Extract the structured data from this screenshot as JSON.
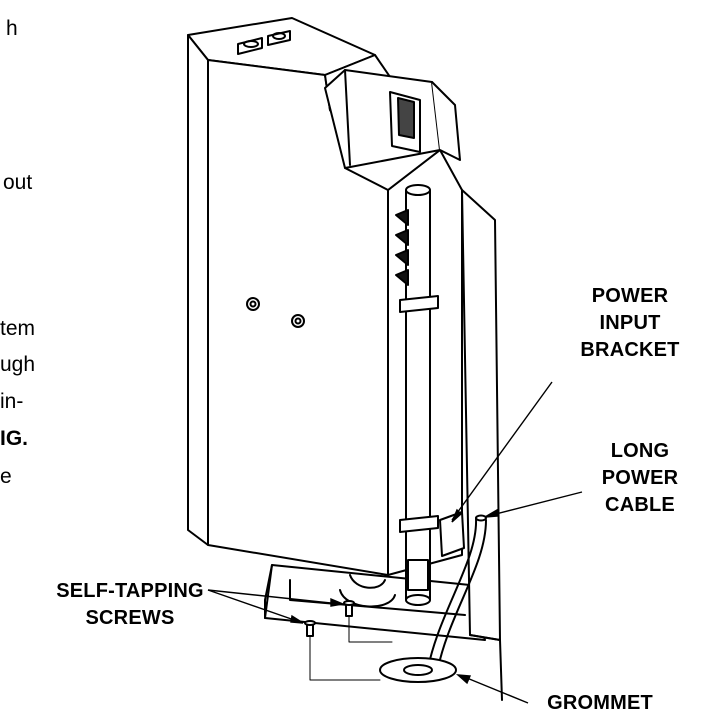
{
  "left_text_fragments": [
    "h",
    "out",
    "tem",
    "ugh",
    "in-",
    "IG.",
    "e"
  ],
  "callouts": {
    "power_input_bracket": [
      "POWER",
      "INPUT",
      "BRACKET"
    ],
    "long_power_cable": [
      "LONG",
      "POWER",
      "CABLE"
    ],
    "self_tapping_screws": [
      "SELF-TAPPING",
      "SCREWS"
    ],
    "grommet": "GROMMET"
  }
}
